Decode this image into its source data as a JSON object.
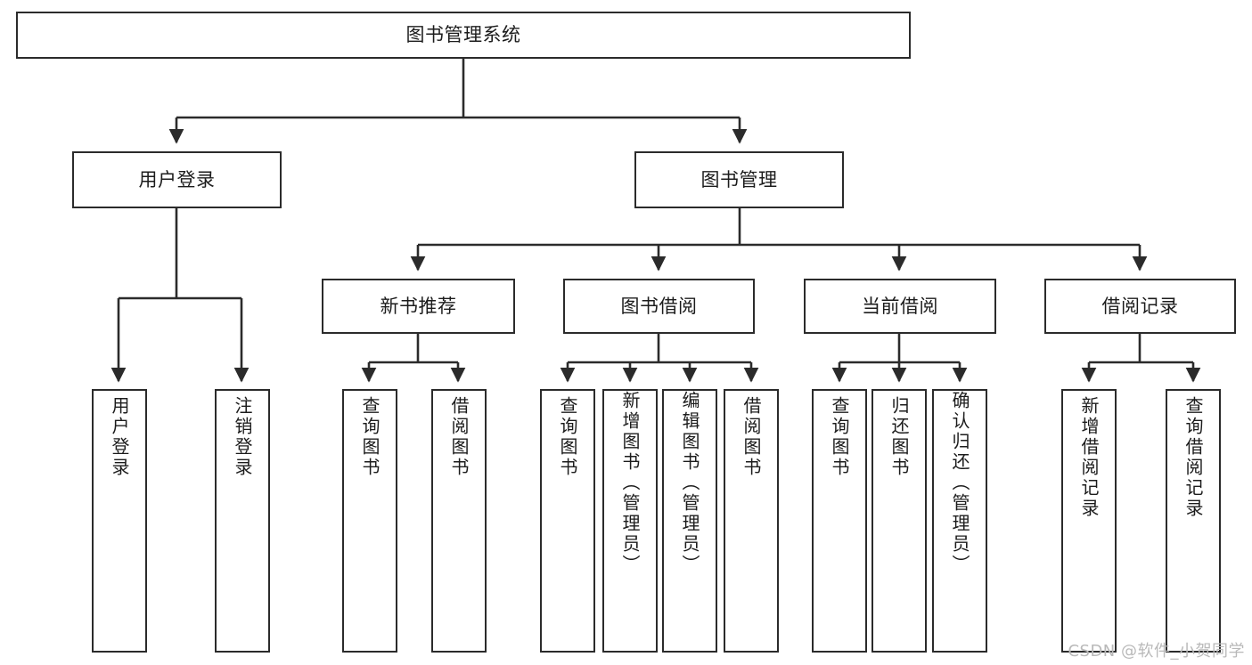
{
  "diagram": {
    "title": "图书管理系统",
    "type": "tree-hierarchy",
    "orientation": "top-down",
    "colors": {
      "box_border": "#2b2b2b",
      "box_fill": "#ffffff",
      "edge": "#2b2b2b",
      "text": "#1c1c1c",
      "watermark": "#b9b9b9",
      "background": "#ffffff"
    },
    "watermark": "CSDN @软件_小贺同学"
  },
  "nodes": {
    "root": {
      "label": "图书管理系统"
    },
    "level2": [
      {
        "label": "用户登录"
      },
      {
        "label": "图书管理"
      }
    ],
    "level3": [
      {
        "label": "新书推荐"
      },
      {
        "label": "图书借阅"
      },
      {
        "label": "当前借阅"
      },
      {
        "label": "借阅记录"
      }
    ],
    "leaves": {
      "user_login": [
        {
          "label": "用户登录"
        },
        {
          "label": "注销登录"
        }
      ],
      "new_book_recommend": [
        {
          "label": "查询图书"
        },
        {
          "label": "借阅图书"
        }
      ],
      "book_borrow": [
        {
          "label": "查询图书"
        },
        {
          "label": "新增图书（管理员）"
        },
        {
          "label": "编辑图书（管理员）"
        },
        {
          "label": "借阅图书"
        }
      ],
      "current_borrow": [
        {
          "label": "查询图书"
        },
        {
          "label": "归还图书"
        },
        {
          "label": "确认归还（管理员）"
        }
      ],
      "borrow_record": [
        {
          "label": "新增借阅记录"
        },
        {
          "label": "查询借阅记录"
        }
      ]
    }
  }
}
